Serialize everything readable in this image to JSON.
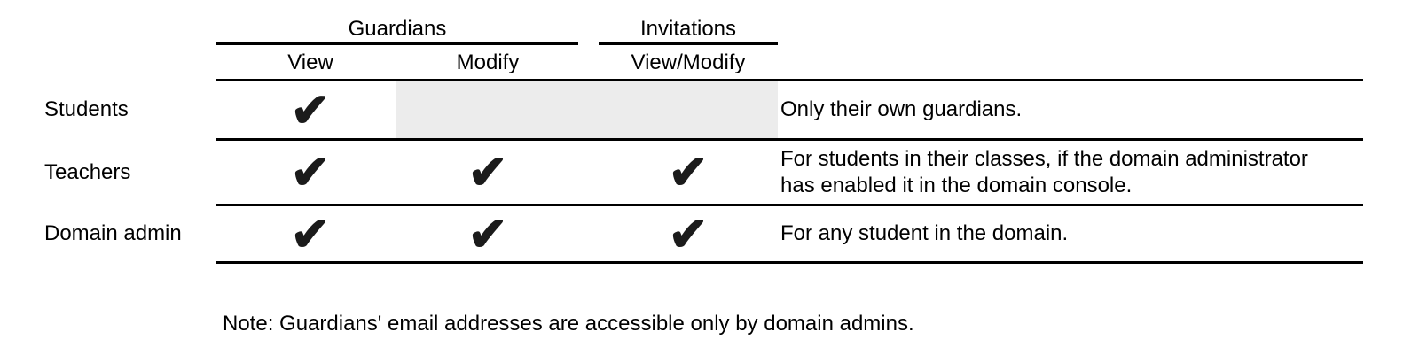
{
  "table": {
    "column_groups": [
      {
        "label": "Guardians"
      },
      {
        "label": "Invitations"
      }
    ],
    "columns": [
      {
        "label": "View"
      },
      {
        "label": "Modify"
      },
      {
        "label": "View/Modify"
      }
    ],
    "rows": [
      {
        "label": "Students",
        "cells": [
          "✔",
          "",
          ""
        ],
        "disabled_cells": "Modify and View/Modify not available",
        "note_lines": [
          "Only their own guardians."
        ]
      },
      {
        "label": "Teachers",
        "cells": [
          "✔",
          "✔",
          "✔"
        ],
        "note_lines": [
          "For students in their classes, if the domain administrator",
          "has enabled it in the domain console."
        ]
      },
      {
        "label": "Domain admin",
        "cells": [
          "✔",
          "✔",
          "✔"
        ],
        "note_lines": [
          "For any student in the domain."
        ]
      }
    ]
  },
  "footnote": "Note: Guardians' email addresses are accessible only by domain admins.",
  "colors": {
    "text": "#000000",
    "line": "#000000",
    "check": "#1b1b1b",
    "disabled_cell": "#ececec"
  }
}
